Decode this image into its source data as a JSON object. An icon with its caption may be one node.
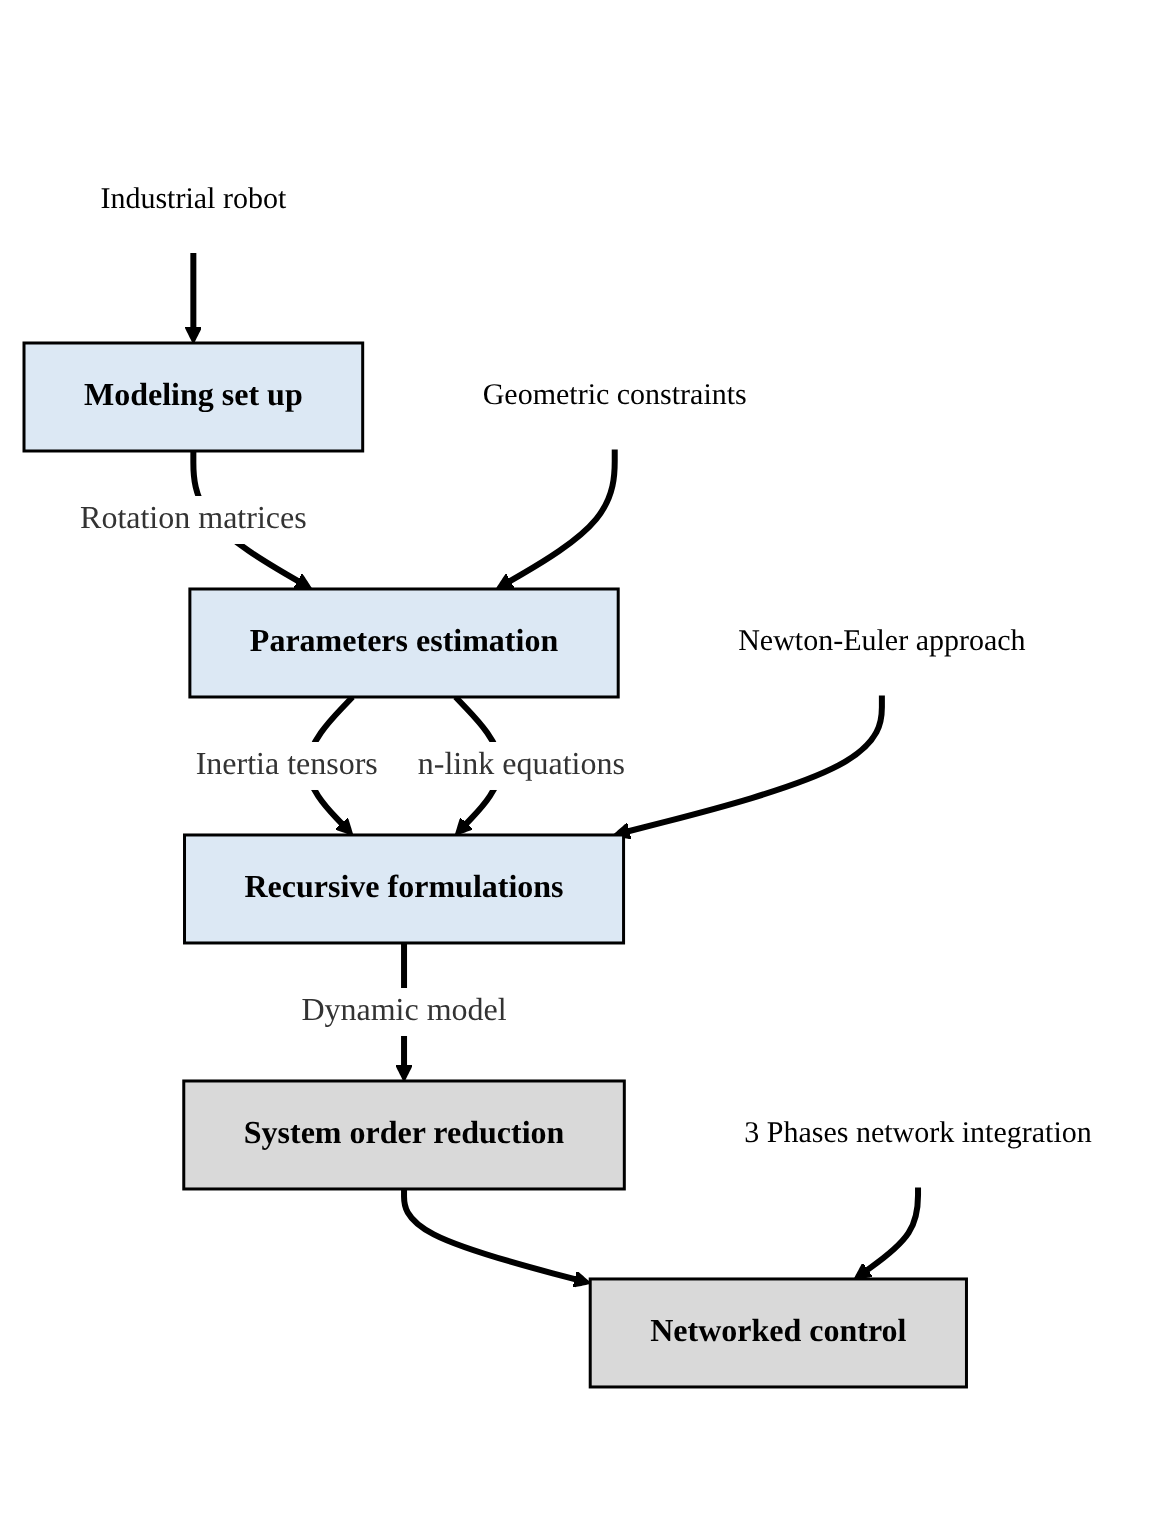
{
  "diagram": {
    "nodes": [
      {
        "text": [
          "Industrial robot"
        ]
      },
      {
        "text": [
          "Modeling set up"
        ]
      },
      {
        "text": [
          "Geometric constraints"
        ]
      },
      {
        "text": [
          "Parameters estimation"
        ]
      },
      {
        "text": [
          "Newton-Euler approach"
        ]
      },
      {
        "text": [
          "Recursive formulations"
        ]
      },
      {
        "text": [
          "System order reduction"
        ]
      },
      {
        "text": [
          "3 Phases network integration"
        ]
      },
      {
        "text": [
          "Networked control"
        ]
      }
    ],
    "edges": [
      {
        "from": 0,
        "to": 1,
        "arrow": "to"
      },
      {
        "from": 1,
        "to": 3,
        "arrow": "to",
        "label": "Rotation matrices"
      },
      {
        "from": 2,
        "to": 3,
        "arrow": "to"
      },
      {
        "from": 3,
        "to": 5,
        "arrow": "to",
        "label": "Inertia tensors"
      },
      {
        "from": 3,
        "to": 5,
        "arrow": "to",
        "label": "n-link equations"
      },
      {
        "from": 4,
        "to": 5,
        "arrow": "to"
      },
      {
        "from": 5,
        "to": 6,
        "arrow": "to",
        "label": "Dynamic model"
      },
      {
        "from": 6,
        "to": 8,
        "arrow": "to"
      },
      {
        "from": 7,
        "to": 8,
        "arrow": "to"
      }
    ]
  }
}
